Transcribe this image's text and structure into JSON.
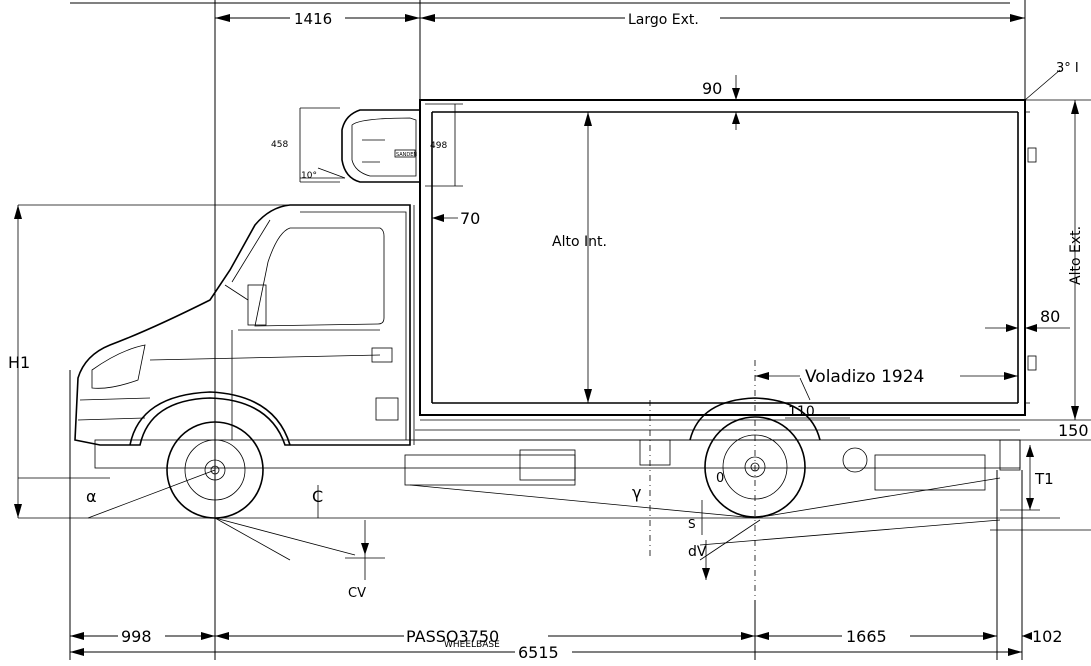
{
  "dimensions": {
    "cab_length": "1416",
    "largo_ext": "Largo Ext.",
    "roof_thickness": "90",
    "angle_note": "3° I",
    "unit_height_outer": "498",
    "unit_height_inner": "458",
    "unit_angle": "10°",
    "front_wall": "70",
    "alto_int": "Alto Int.",
    "alto_ext": "Alto Ext.",
    "rear_wall": "80",
    "h1": "H1",
    "voladizo": "Voladizo 1924",
    "dim_110": "110",
    "dim_150": "150",
    "t1": "T1",
    "alpha": "α",
    "c": "C",
    "gamma": "γ",
    "o_label": "0",
    "s": "S",
    "dv": "dV",
    "cv": "CV",
    "front_overhang": "998",
    "wheelbase": "PASSO3750",
    "wheelbase_en": "WHEELBASE",
    "rear_overhang": "1665",
    "rear_bumper": "102",
    "total_length": "6515",
    "brand": "SANDEN"
  }
}
